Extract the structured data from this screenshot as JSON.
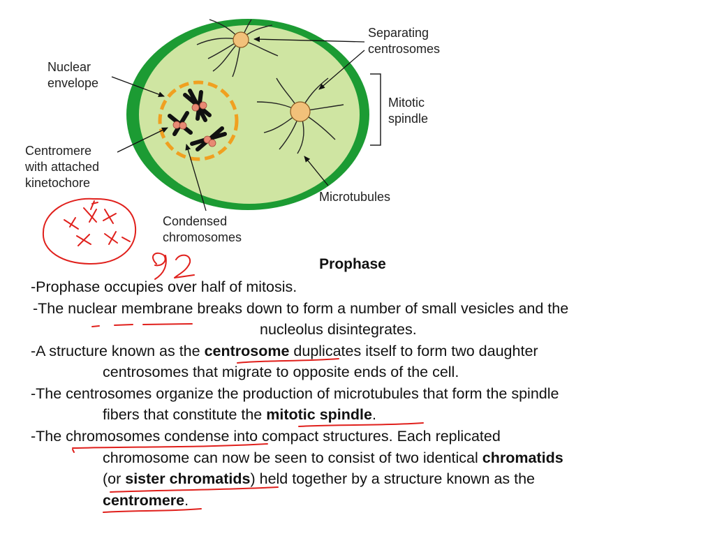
{
  "diagram": {
    "labels": {
      "separating": "Separating\ncentrosomes",
      "nuclear": "Nuclear\nenvelope",
      "mitotic": "Mitotic\nspindle",
      "centromere": "Centromere\nwith attached\nkinetochore",
      "microtubules": "Microtubules",
      "condensed": "Condensed\nchromosomes"
    },
    "colors": {
      "cell_wall": "#1c9b33",
      "cytoplasm": "#cfe5a2",
      "centrosome": "#f2c17a",
      "envelope": "#f0a020",
      "chromosome": "#111111",
      "kinetochore": "#e88a74",
      "ink": "#e0201c"
    }
  },
  "handwriting": {
    "note": "92"
  },
  "text": {
    "title": "Prophase",
    "p1": "-Prophase occupies over half of mitosis.",
    "p2a": "-The nuclear membrane breaks down to form a number of small vesicles and the",
    "p2b": "nucleolus disintegrates.",
    "p3a_pre": "-A structure known as the ",
    "p3a_bold": "centrosome",
    "p3a_post": " duplicates itself to form two daughter",
    "p3b": "centrosomes that migrate to opposite ends of the cell.",
    "p4a": "-The centrosomes organize the production of microtubules that form the spindle",
    "p4b_pre": "fibers that constitute the ",
    "p4b_bold": "mitotic spindle",
    "p4b_post": ".",
    "p5a": "-The chromosomes condense into compact structures. Each replicated",
    "p5b_pre": "chromosome can now be seen to consist of two identical ",
    "p5b_bold": "chromatids",
    "p5c_pre": "(or ",
    "p5c_bold": "sister chromatids",
    "p5c_post": ") held together by a structure known as the",
    "p5d_bold": "centromere",
    "p5d_post": "."
  }
}
